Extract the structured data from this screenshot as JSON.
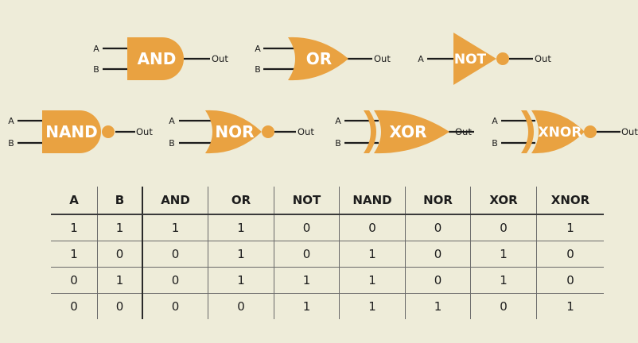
{
  "gates": [
    {
      "id": "and",
      "name": "AND",
      "input_a": "A",
      "input_b": "B",
      "output": "Out"
    },
    {
      "id": "or",
      "name": "OR",
      "input_a": "A",
      "input_b": "B",
      "output": "Out"
    },
    {
      "id": "not",
      "name": "NOT",
      "input_a": "A",
      "output": "Out"
    },
    {
      "id": "nand",
      "name": "NAND",
      "input_a": "A",
      "input_b": "B",
      "output": "Out"
    },
    {
      "id": "nor",
      "name": "NOR",
      "input_a": "A",
      "input_b": "B",
      "output": "Out"
    },
    {
      "id": "xor",
      "name": "XOR",
      "input_a": "A",
      "input_b": "B",
      "output": "Out"
    },
    {
      "id": "xnor",
      "name": "XNOR",
      "input_a": "A",
      "input_b": "B",
      "output": "Out"
    }
  ],
  "colors": {
    "gate": "#e9a241",
    "background": "#eeecd9",
    "line": "#1c1c1c"
  },
  "truth_table": {
    "headers": [
      "A",
      "B",
      "AND",
      "OR",
      "NOT",
      "NAND",
      "NOR",
      "XOR",
      "XNOR"
    ],
    "rows": [
      [
        "1",
        "1",
        "1",
        "1",
        "0",
        "0",
        "0",
        "0",
        "1"
      ],
      [
        "1",
        "0",
        "0",
        "1",
        "0",
        "1",
        "0",
        "1",
        "0"
      ],
      [
        "0",
        "1",
        "0",
        "1",
        "1",
        "1",
        "0",
        "1",
        "0"
      ],
      [
        "0",
        "0",
        "0",
        "0",
        "1",
        "1",
        "1",
        "0",
        "1"
      ]
    ]
  }
}
